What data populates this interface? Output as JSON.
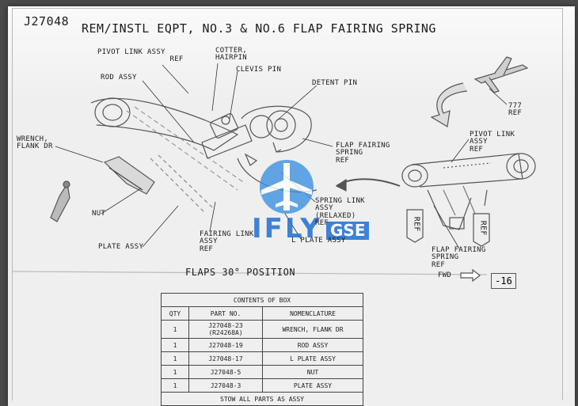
{
  "header": {
    "doc_number": "J27048",
    "title": "REM/INSTL EQPT, NO.3 & NO.6 FLAP FAIRING SPRING"
  },
  "labels": {
    "pivot_link_assy_ref": [
      "PIVOT LINK ASSY",
      "REF"
    ],
    "cotter_hairpin": [
      "COTTER,",
      "HAIRPIN"
    ],
    "clevis_pin": "CLEVIS PIN",
    "rod_assy": "ROD ASSY",
    "detent_pin": "DETENT PIN",
    "wrench_flank_dr": [
      "WRENCH,",
      "FLANK DR"
    ],
    "flap_fairing_spring_ref": [
      "FLAP FAIRING",
      "SPRING",
      "REF"
    ],
    "nut": "NUT",
    "spring_link_assy": [
      "SPRING LINK",
      "ASSY",
      "(RELAXED)",
      "REF"
    ],
    "fairing_link_assy_ref": [
      "FAIRING LINK",
      "ASSY",
      "REF"
    ],
    "l_plate_assy": "L PLATE ASSY",
    "plate_assy": "PLATE ASSY",
    "ref_777": [
      "777",
      "REF"
    ],
    "pivot_link_assy_ref_right": [
      "PIVOT LINK",
      "ASSY",
      "REF"
    ],
    "flap_fairing_spring_ref_right": [
      "FLAP FAIRING",
      "SPRING",
      "REF"
    ],
    "ref_tag_1": "REF",
    "ref_tag_2": "REF"
  },
  "caption": "FLAPS 30° POSITION",
  "fwd_label": "FWD",
  "page_number": "-16",
  "watermark": {
    "brand": "IFLY",
    "sub": "GSE",
    "color": "#1f6fd1"
  },
  "contents_table": {
    "title": "CONTENTS OF BOX",
    "headers": [
      "QTY",
      "PART NO.",
      "NOMENCLATURE"
    ],
    "rows": [
      {
        "qty": "1",
        "part": [
          "J27048-23",
          "(R24268A)"
        ],
        "name": "WRENCH, FLANK DR"
      },
      {
        "qty": "1",
        "part": [
          "J27048-19"
        ],
        "name": "ROD ASSY"
      },
      {
        "qty": "1",
        "part": [
          "J27048-17"
        ],
        "name": "L PLATE ASSY"
      },
      {
        "qty": "1",
        "part": [
          "J27048-5"
        ],
        "name": "NUT"
      },
      {
        "qty": "1",
        "part": [
          "J27048-3"
        ],
        "name": "PLATE ASSY"
      }
    ],
    "footer": "STOW ALL PARTS AS ASSY"
  }
}
